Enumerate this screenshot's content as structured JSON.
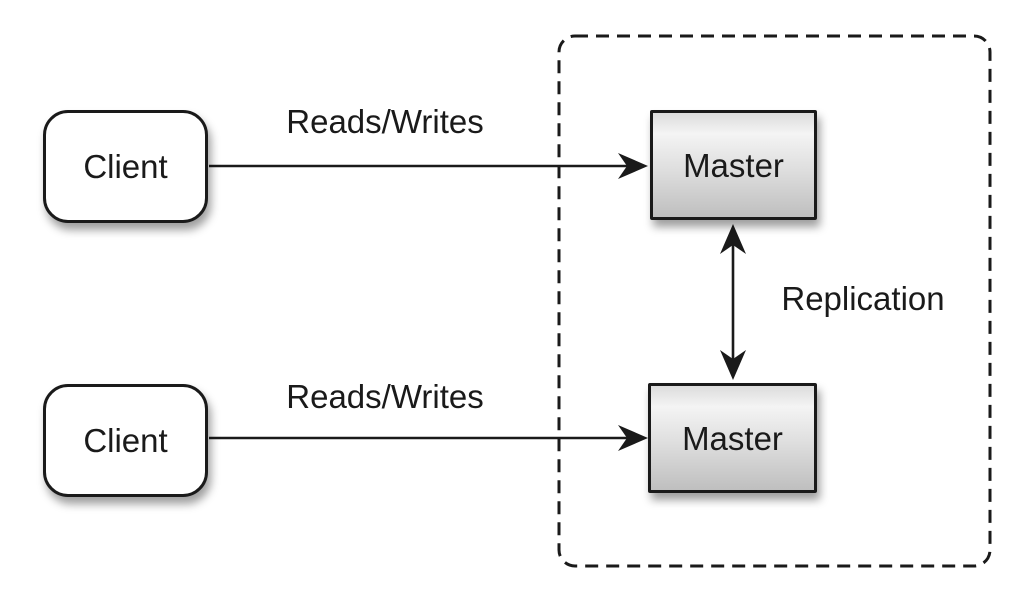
{
  "nodes": [
    {
      "id": "client-top",
      "label": "Client",
      "shape": "rounded-rectangle"
    },
    {
      "id": "client-bottom",
      "label": "Client",
      "shape": "rounded-rectangle"
    },
    {
      "id": "master-top",
      "label": "Master",
      "shape": "rectangle"
    },
    {
      "id": "master-bottom",
      "label": "Master",
      "shape": "rectangle"
    }
  ],
  "edges": [
    {
      "from": "client-top",
      "to": "master-top",
      "label": "Reads/Writes",
      "direction": "one-way"
    },
    {
      "from": "client-bottom",
      "to": "master-bottom",
      "label": "Reads/Writes",
      "direction": "one-way"
    },
    {
      "from": "master-top",
      "to": "master-bottom",
      "label": "Replication",
      "direction": "two-way"
    }
  ],
  "cluster": {
    "contains": [
      "master-top",
      "master-bottom"
    ],
    "border_style": "dashed"
  },
  "colors": {
    "stroke": "#1a1a1a",
    "text": "#1a1a1a",
    "background": "#ffffff",
    "node_fill": "#ffffff",
    "master_grad_top": "#dcdcdc",
    "master_grad_hi": "#f4f4f4",
    "master_grad_mid": "#dedede",
    "master_grad_bottom": "#bfbfbf"
  }
}
